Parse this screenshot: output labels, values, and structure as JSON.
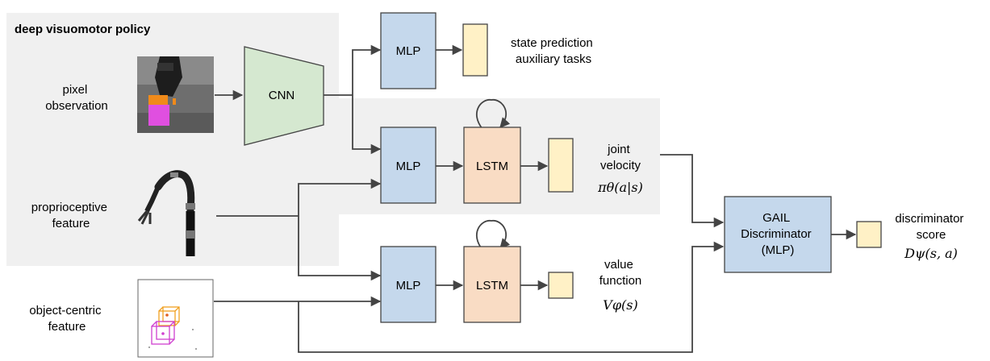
{
  "panel_title": "deep visuomotor policy",
  "inputs": {
    "pixel": [
      "pixel",
      "observation"
    ],
    "proprio": [
      "proprioceptive",
      "feature"
    ],
    "object": [
      "object-centric",
      "feature"
    ]
  },
  "blocks": {
    "cnn": "CNN",
    "mlp_aux": "MLP",
    "mlp_policy": "MLP",
    "lstm_policy": "LSTM",
    "mlp_value": "MLP",
    "lstm_value": "LSTM",
    "gail": [
      "GAIL",
      "Discriminator",
      "(MLP)"
    ]
  },
  "outputs": {
    "aux": [
      "state prediction",
      "auxiliary tasks"
    ],
    "policy": [
      "joint",
      "velocity"
    ],
    "policy_math": "πθ(a|s)",
    "value": [
      "value",
      "function"
    ],
    "value_math": "Vφ(s)",
    "disc": [
      "discriminator",
      "score"
    ],
    "disc_math": "Dψ(s, a)"
  },
  "colors": {
    "panel": "#f0f0f0",
    "mlp": "#c5d8ec",
    "lstm": "#f9dcc4",
    "cnn": "#d5e8d0",
    "output": "#fff1c6",
    "gail": "#c5d8ec",
    "stroke": "#444444"
  }
}
